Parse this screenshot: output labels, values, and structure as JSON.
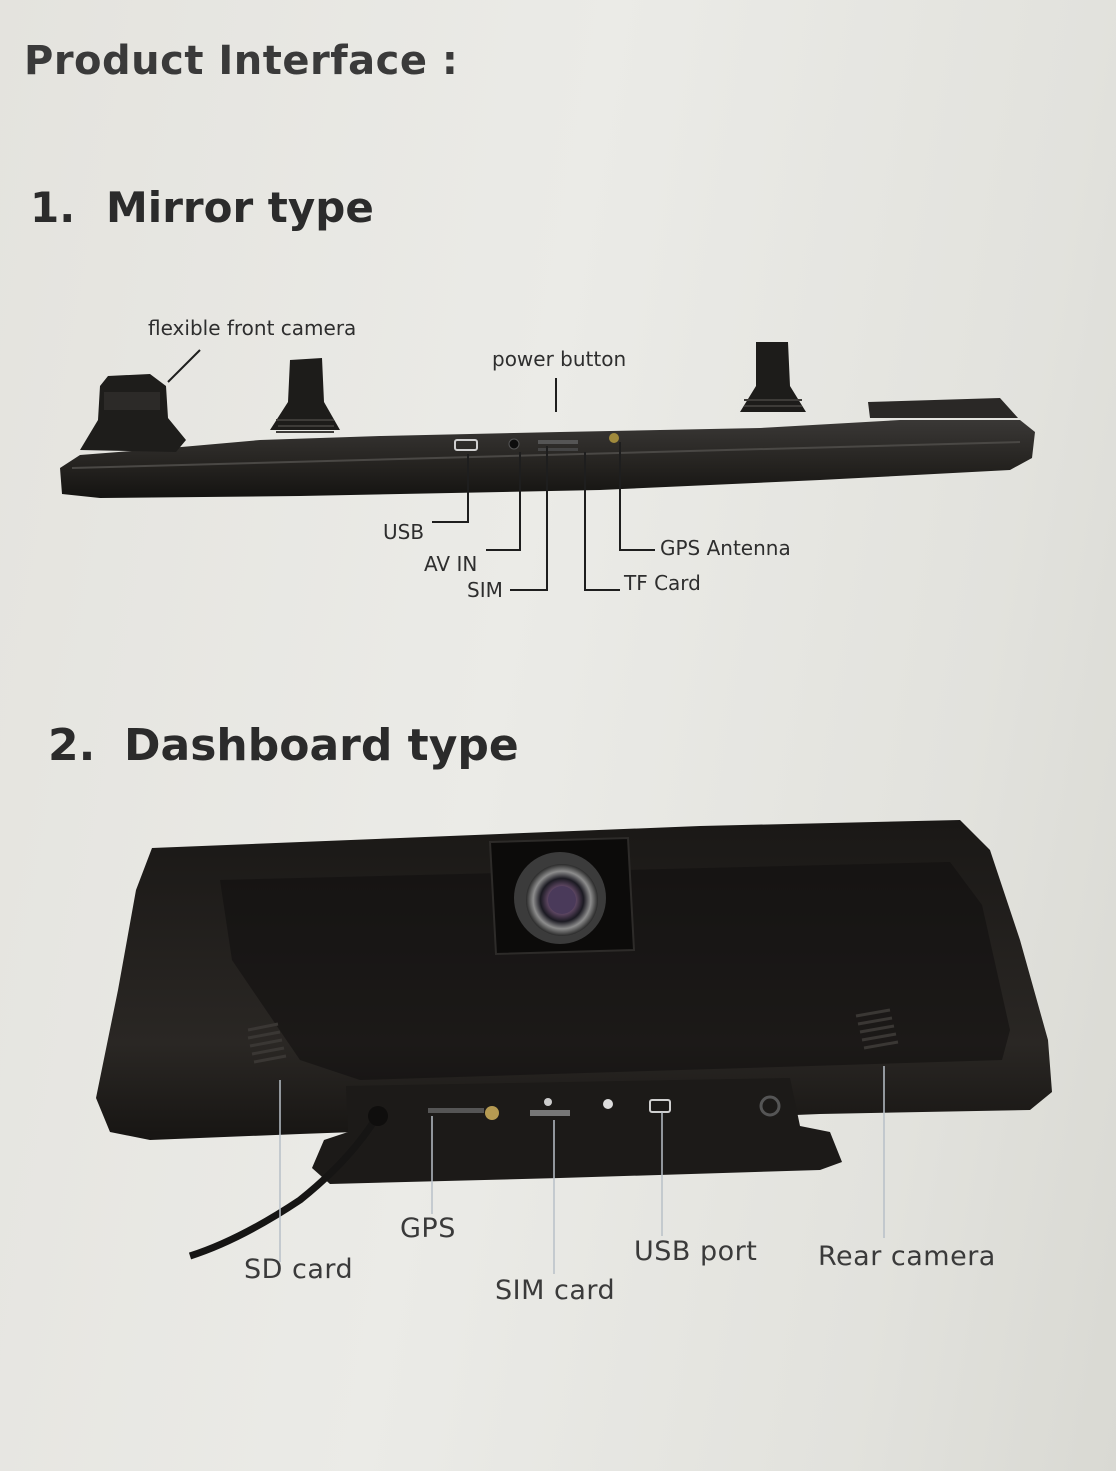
{
  "page_title": "Product Interface :",
  "sections": [
    {
      "number": "1.",
      "title": "Mirror type",
      "labels": {
        "front_camera": "flexible front camera",
        "power_button": "power button",
        "usb": "USB",
        "av_in": "AV IN",
        "sim": "SIM",
        "gps_antenna": "GPS Antenna",
        "tf_card": "TF Card"
      }
    },
    {
      "number": "2.",
      "title": "Dashboard type",
      "labels": {
        "gps": "GPS",
        "sd_card": "SD card",
        "sim_card": "SIM card",
        "usb_port": "USB port",
        "rear_camera": "Rear camera"
      }
    }
  ]
}
